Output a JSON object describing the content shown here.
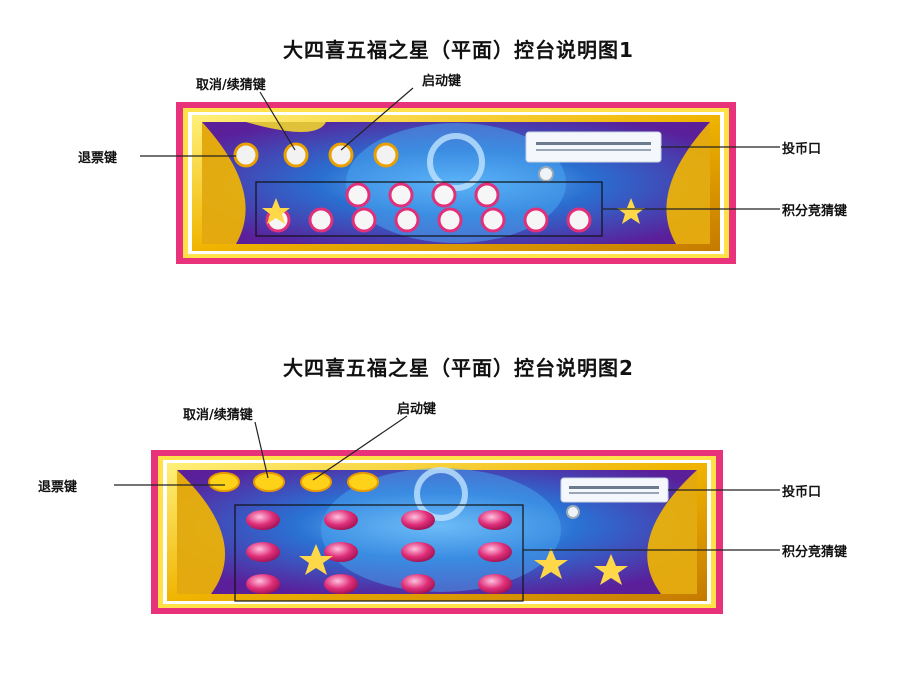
{
  "diagram1": {
    "title": "大四喜五福之星（平面）控台说明图1",
    "labels": {
      "cancel_continue": "取消/续猜键",
      "start": "启动键",
      "refund": "退票键",
      "coin_slot": "投币口",
      "score_guess": "积分竞猜键"
    }
  },
  "diagram2": {
    "title": "大四喜五福之星（平面）控台说明图2",
    "labels": {
      "cancel_continue": "取消/续猜键",
      "start": "启动键",
      "refund": "退票键",
      "coin_slot": "投币口",
      "score_guess": "积分竞猜键"
    }
  },
  "colors": {
    "frame_pink": "#e8337a",
    "frame_gold": "#f5c400",
    "panel_blue": "#1e78c8",
    "panel_purple": "#6a2aa0",
    "button_pink": "#e0307a",
    "button_white": "#f2f2f2"
  }
}
